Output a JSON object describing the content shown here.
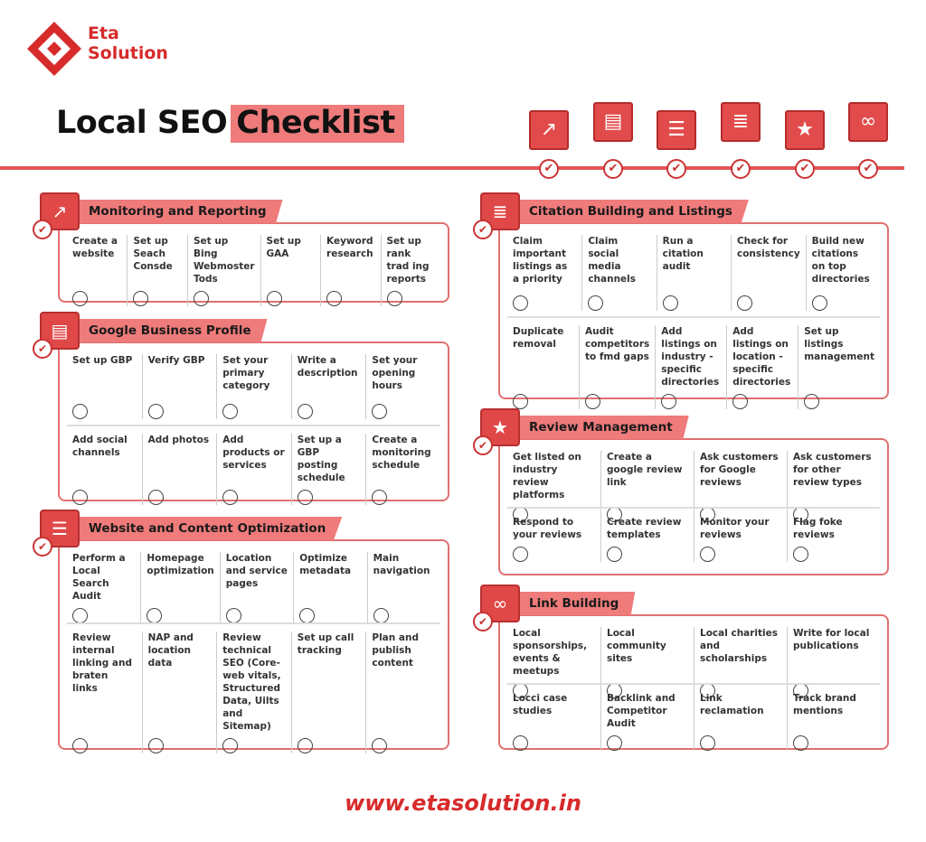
{
  "brand": {
    "name_line1": "Eta",
    "name_line2": "Solution",
    "accent": "#d72b2b"
  },
  "title": {
    "part1": "Local SEO",
    "part2": "Checklist"
  },
  "top_icons": [
    "trend-chart-icon",
    "storefront-icon",
    "browser-window-icon",
    "list-cursor-icon",
    "star-icon",
    "chain-link-icon"
  ],
  "sections": [
    {
      "id": "monitoring",
      "title": "Monitoring and Reporting",
      "icon": "trend-chart-icon",
      "rows": [
        [
          "Create a website",
          "Set up Seach Consde",
          "Set up Bing Webmoster Tods",
          "Set up GAA",
          "Keyword research",
          "Set up rank trad ing reports"
        ]
      ]
    },
    {
      "id": "gbp",
      "title": "Google Business Profile",
      "icon": "storefront-icon",
      "rows": [
        [
          "Set up GBP",
          "Verify GBP",
          "Set your primary category",
          "Write a description",
          "Set your opening hours"
        ],
        [
          "Add social channels",
          "Add photos",
          "Add products or services",
          "Set up a GBP posting schedule",
          "Create a monitoring schedule"
        ]
      ]
    },
    {
      "id": "website",
      "title": "Website and Content Optimization",
      "icon": "browser-window-icon",
      "rows": [
        [
          "Perform a Local Search Audit",
          "Homepage optimization",
          "Location and service pages",
          "Optimize metadata",
          "Main navigation"
        ],
        [
          "Review internal linking and braten links",
          "NAP and location data",
          "Review technical SEO (Core-web vitals, Structured Data, Uilts and Sitemap)",
          "Set up call tracking",
          "Plan and publish content"
        ]
      ]
    },
    {
      "id": "citation",
      "title": "Citation Building and Listings",
      "icon": "list-cursor-icon",
      "rows": [
        [
          "Claim important listings as a priority",
          "Claim social media channels",
          "Run a citation audit",
          "Check for consistency",
          "Build new citations on top directories"
        ],
        [
          "Duplicate removal",
          "Audit competitors to fmd gaps",
          "Add listings on industry -specific directories",
          "Add listings on location -specific directories",
          "Set up listings management"
        ]
      ]
    },
    {
      "id": "review",
      "title": "Review Management",
      "icon": "star-icon",
      "rows": [
        [
          "Get listed on industry review platforms",
          "Create a google review link",
          "Ask customers for Google reviews",
          "Ask customers for other review types"
        ],
        [
          "Respond to your reviews",
          "Create review templates",
          "Monitor your reviews",
          "Flag foke reviews"
        ]
      ]
    },
    {
      "id": "link",
      "title": "Link Building",
      "icon": "chain-link-icon",
      "rows": [
        [
          "Local sponsorships, events & meetups",
          "Local community sites",
          "Local charities and scholarships",
          "Write for local publications"
        ],
        [
          "Locci case studies",
          "Backlink and Competitor Audit",
          "Link reclamation",
          "Track brand mentions"
        ]
      ]
    }
  ],
  "footer": {
    "url": "www.etasolution.in"
  }
}
